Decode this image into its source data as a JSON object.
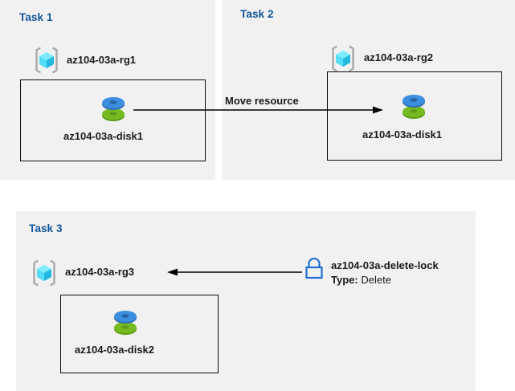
{
  "diagram": {
    "background": "#ffffff",
    "panel_background": "#f1f1f1",
    "title_color": "#10559a",
    "panels": [
      {
        "id": "task1",
        "title": "Task 1",
        "resource_group": {
          "icon": "resource-group-icon",
          "label": "az104-03a-rg1"
        },
        "resource": {
          "icon": "managed-disk-icon",
          "label": "az104-03a-disk1"
        }
      },
      {
        "id": "task2",
        "title": "Task 2",
        "resource_group": {
          "icon": "resource-group-icon",
          "label": "az104-03a-rg2"
        },
        "resource": {
          "icon": "managed-disk-icon",
          "label": "az104-03a-disk1"
        }
      },
      {
        "id": "task3",
        "title": "Task 3",
        "resource_group": {
          "icon": "resource-group-icon",
          "label": "az104-03a-rg3"
        },
        "resource": {
          "icon": "managed-disk-icon",
          "label": "az104-03a-disk2"
        },
        "lock": {
          "icon": "padlock-icon",
          "label": "az104-03a-delete-lock",
          "type_label": "Type:",
          "type_value": "Delete"
        }
      }
    ],
    "connectors": [
      {
        "id": "move-resource",
        "label": "Move resource",
        "direction": "right",
        "from": "az104-03a-disk1",
        "to": "az104-03a-disk1"
      },
      {
        "id": "lock-applies-to",
        "label": "",
        "direction": "left",
        "from": "az104-03a-delete-lock",
        "to": "az104-03a-rg3"
      }
    ],
    "colors": {
      "cube_light": "#6fe6fb",
      "cube_mid": "#35cdf0",
      "cube_dark": "#22b8df",
      "bracket": "#a9a9a9",
      "disk_blue": "#3c8ede",
      "disk_blue_dark": "#2f6fb5",
      "disk_green": "#76bc21",
      "disk_green_dark": "#5d9a18",
      "lock_blue": "#1f6fd0",
      "line": "#000000"
    }
  }
}
